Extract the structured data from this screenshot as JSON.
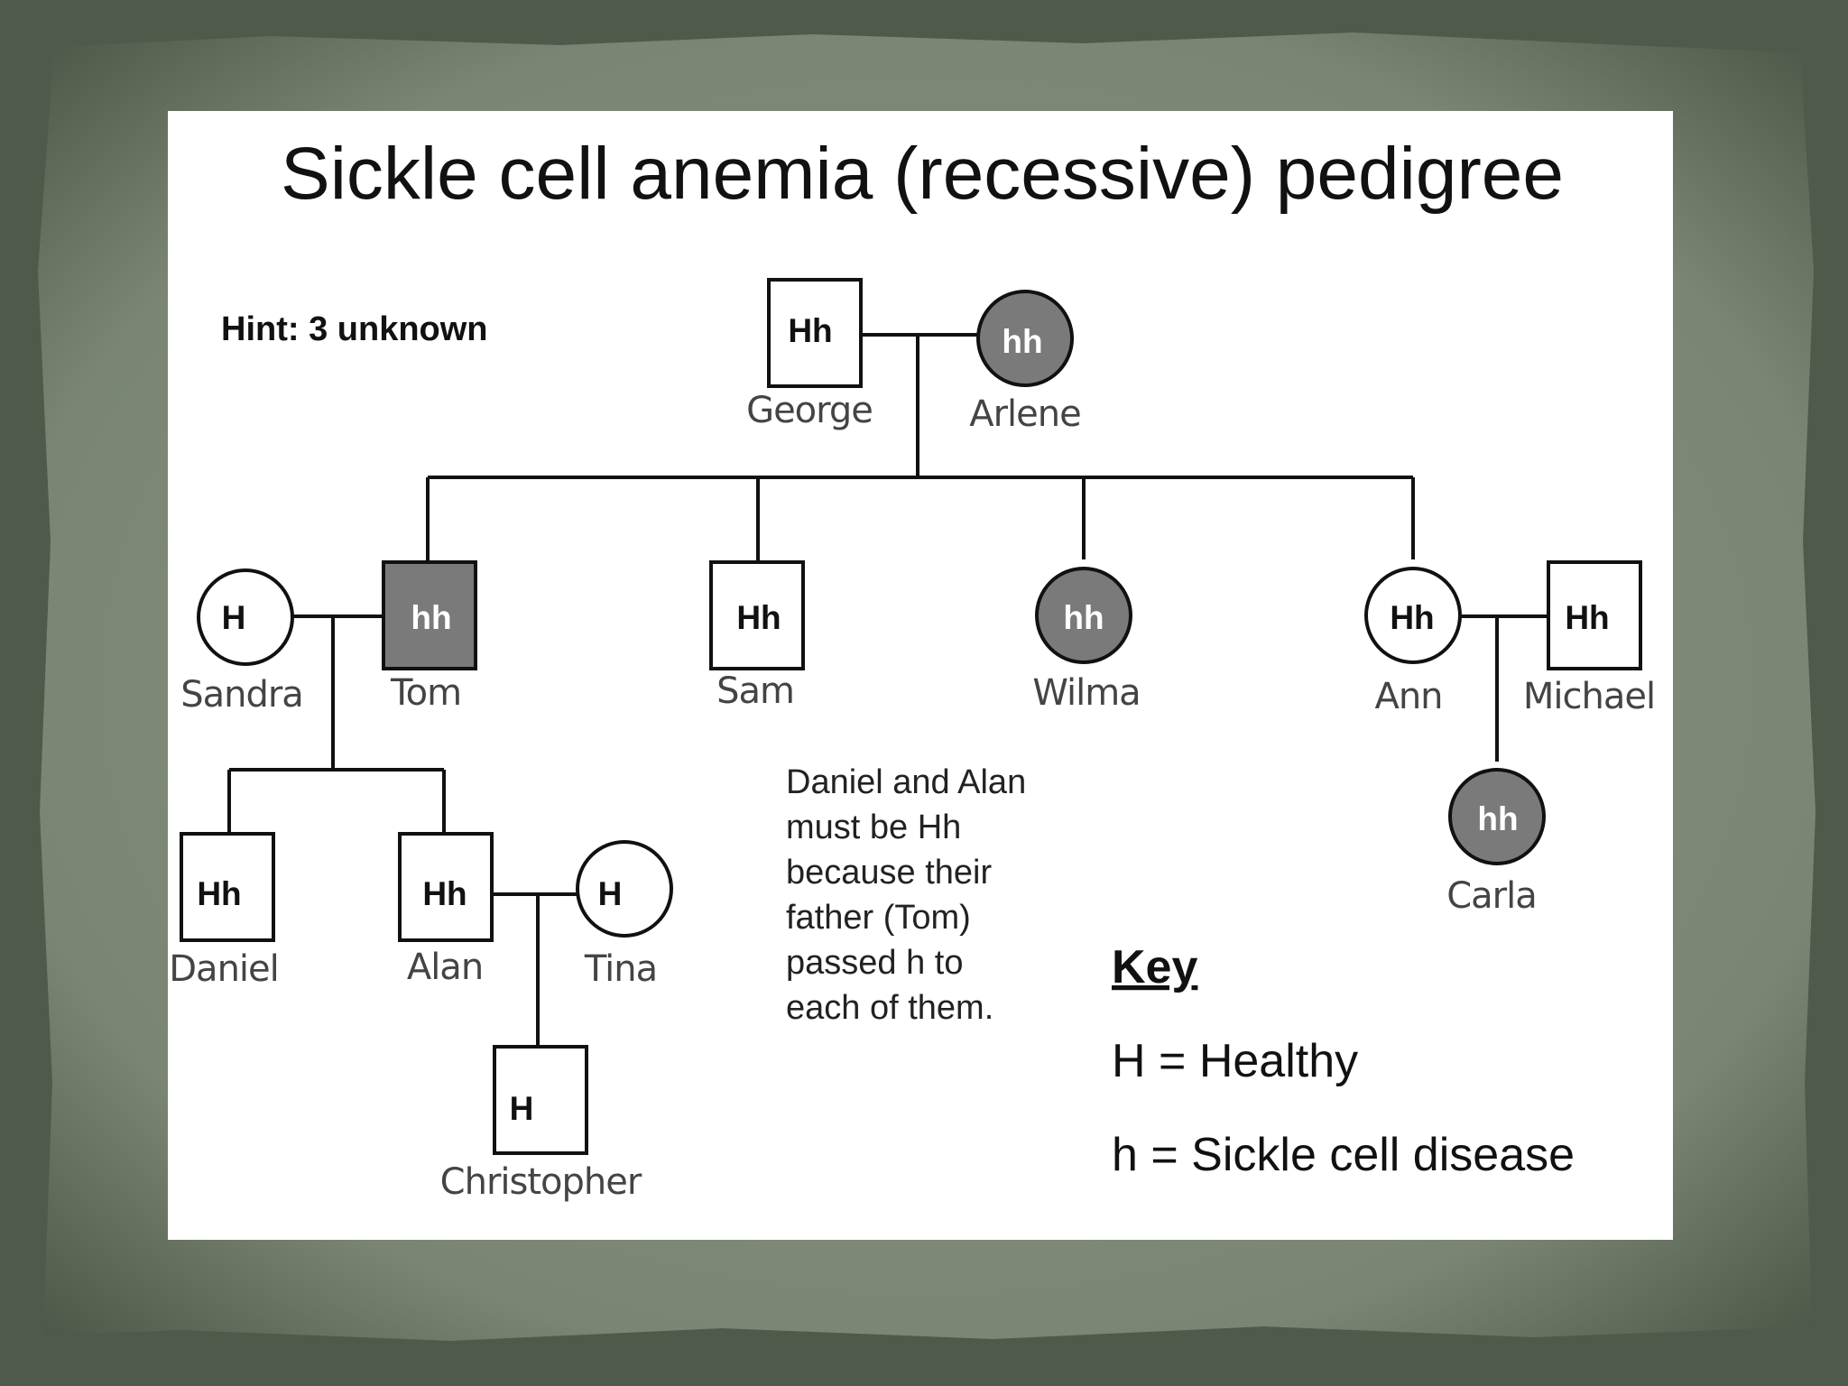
{
  "title": "Sickle cell anemia (recessive) pedigree",
  "hint": "Hint: 3 unknown",
  "colors": {
    "affected": "#7a7a7a",
    "unaffected": "#ffffff",
    "background": "#5f6a58"
  },
  "people": {
    "george": {
      "name": "George",
      "genotype": "Hh",
      "shape": "square",
      "affected": false
    },
    "arlene": {
      "name": "Arlene",
      "genotype": "hh",
      "shape": "circle",
      "affected": true
    },
    "sandra": {
      "name": "Sandra",
      "genotype": "H",
      "shape": "circle",
      "affected": false
    },
    "tom": {
      "name": "Tom",
      "genotype": "hh",
      "shape": "square",
      "affected": true
    },
    "sam": {
      "name": "Sam",
      "genotype": "Hh",
      "shape": "square",
      "affected": false
    },
    "wilma": {
      "name": "Wilma",
      "genotype": "hh",
      "shape": "circle",
      "affected": true
    },
    "ann": {
      "name": "Ann",
      "genotype": "Hh",
      "shape": "circle",
      "affected": false
    },
    "michael": {
      "name": "Michael",
      "genotype": "Hh",
      "shape": "square",
      "affected": false
    },
    "carla": {
      "name": "Carla",
      "genotype": "hh",
      "shape": "circle",
      "affected": true
    },
    "daniel": {
      "name": "Daniel",
      "genotype": "Hh",
      "shape": "square",
      "affected": false
    },
    "alan": {
      "name": "Alan",
      "genotype": "Hh",
      "shape": "square",
      "affected": false
    },
    "tina": {
      "name": "Tina",
      "genotype": "H",
      "shape": "circle",
      "affected": false
    },
    "christopher": {
      "name": "Christopher",
      "genotype": "H",
      "shape": "square",
      "affected": false
    }
  },
  "note": {
    "lines": [
      "Daniel and Alan",
      "must be Hh",
      "because their",
      "father (Tom)",
      "passed h to",
      "each of them."
    ]
  },
  "key": {
    "title": "Key",
    "items": [
      "H = Healthy",
      "h = Sickle cell disease"
    ]
  }
}
